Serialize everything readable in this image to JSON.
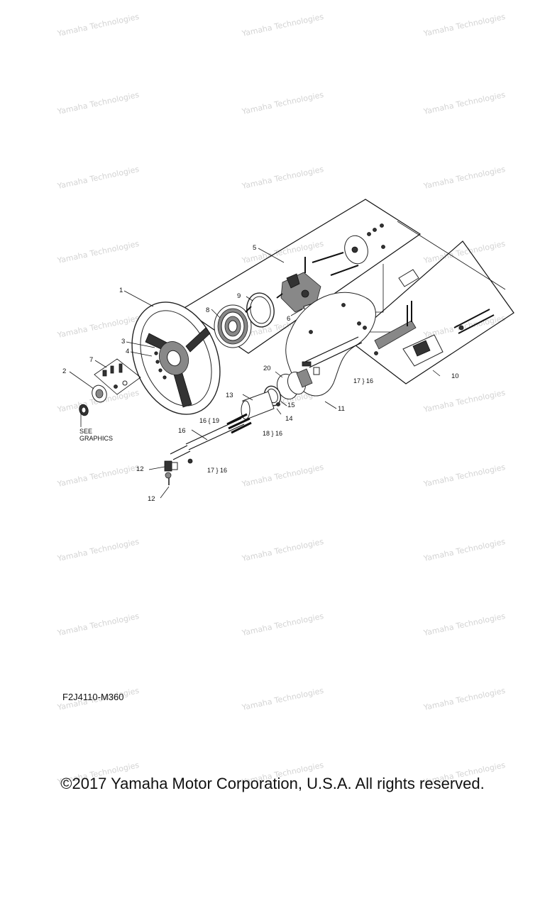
{
  "watermark": "Yamaha Technologies",
  "drawing_code": "F2J4110-M360",
  "copyright": "©2017 Yamaha Motor Corporation, U.S.A. All rights reserved.",
  "note": "SEE GRAPHICS",
  "callouts": {
    "c1": "1",
    "c2": "2",
    "c3": "3",
    "c4": "4",
    "c5": "5",
    "c6": "6",
    "c7": "7",
    "c8": "8",
    "c9": "9",
    "c10": "10",
    "c11": "11",
    "c12a": "12",
    "c12b": "12",
    "c13": "13",
    "c14": "14",
    "c15": "15",
    "c16": "16",
    "c20": "20"
  },
  "ref_pairs": {
    "p17_16_a": "17 } 16",
    "p16_19": "16 { 19",
    "p18_16": "18 } 16",
    "p17_16_b": "17 } 16"
  },
  "colors": {
    "line": "#111111",
    "watermark": "#d3d3d3"
  }
}
